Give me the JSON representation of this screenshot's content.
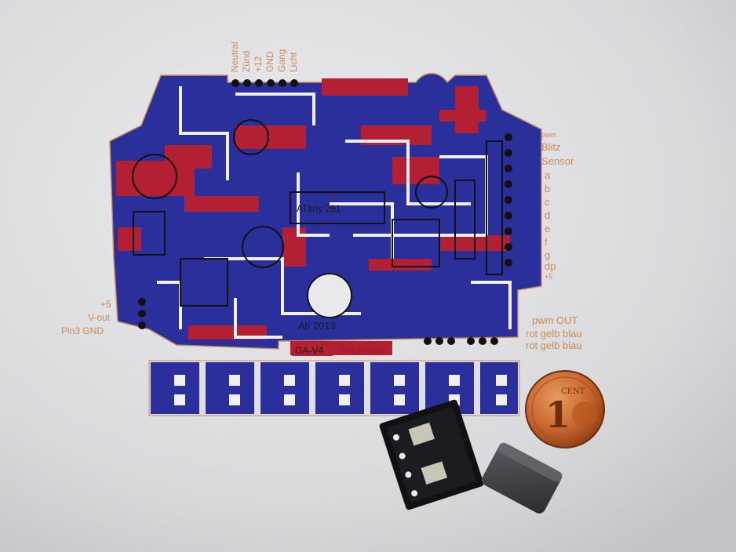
{
  "top_pin_labels": [
    "Neutral",
    "Zünd",
    "+12",
    "GND",
    "Gang",
    "Licht"
  ],
  "right_pin_labels": [
    "pwm",
    "Blitz",
    "Sensor",
    "a",
    "b",
    "c",
    "d",
    "e",
    "f",
    "g",
    "dp",
    "+5"
  ],
  "left_pin_labels": [
    "+5",
    "V-out",
    "Pin3 GND"
  ],
  "bottom_right_labels": [
    "pwm OUT",
    "rot gelb blau",
    "rot gelb blau"
  ],
  "board_texts": {
    "credit": "Ati 2013",
    "name": "GA-V4",
    "version": "SV1000/650",
    "chip": "ATtiny 261"
  },
  "coin": {
    "value": "1",
    "unit": "CENT"
  },
  "colors": {
    "paper": "#dcdcde",
    "pcb_blue": "#2a2f9c",
    "pcb_red": "#b31f33",
    "label": "#c98a5a",
    "coin": "#c8652e"
  }
}
